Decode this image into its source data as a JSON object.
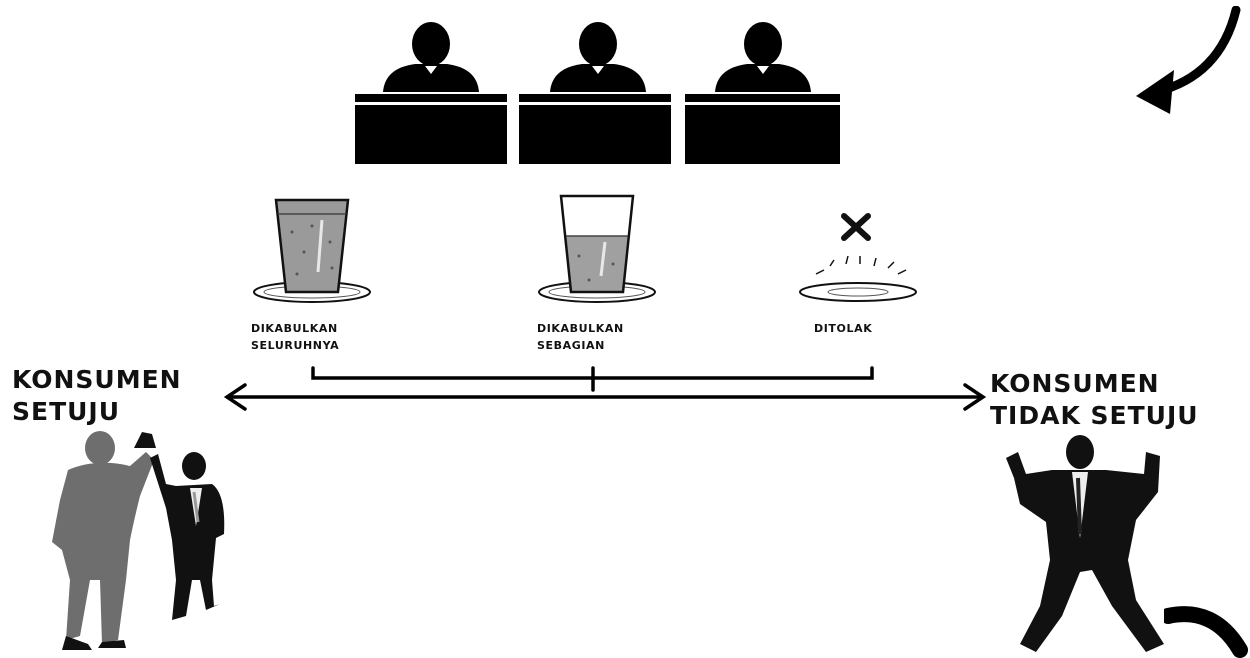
{
  "panel": {
    "judges_icon": "judge-bench-icon",
    "outcomes": [
      {
        "line1": "DIKABULKAN",
        "line2": "SELURUHNYA",
        "icon": "full-glass-icon"
      },
      {
        "line1": "DIKABULKAN",
        "line2": "SEBAGIAN",
        "icon": "half-glass-icon"
      },
      {
        "line1": "DITOLAK",
        "line2": "",
        "icon": "broken-glass-icon"
      }
    ]
  },
  "left_side": {
    "line1": "KONSUMEN",
    "line2": "SETUJU",
    "icon": "handshake-people-icon"
  },
  "right_side": {
    "line1": "KONSUMEN",
    "line2": "TIDAK SETUJU",
    "icon": "angry-man-icon"
  },
  "arrows": {
    "top_right": "curved-arrow-icon",
    "bottom_right": "curved-arrow-icon"
  }
}
